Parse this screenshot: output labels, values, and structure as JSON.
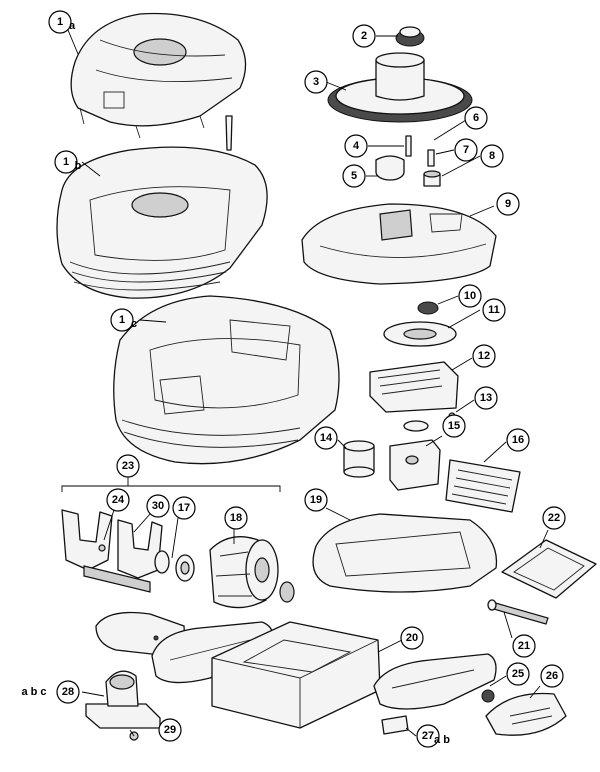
{
  "callouts": [
    {
      "number": "1",
      "suffix": "a"
    },
    {
      "number": "1",
      "suffix": "b"
    },
    {
      "number": "1",
      "suffix": "c"
    },
    {
      "number": "2"
    },
    {
      "number": "3"
    },
    {
      "number": "4"
    },
    {
      "number": "5"
    },
    {
      "number": "6"
    },
    {
      "number": "7"
    },
    {
      "number": "8"
    },
    {
      "number": "9"
    },
    {
      "number": "10"
    },
    {
      "number": "11"
    },
    {
      "number": "12"
    },
    {
      "number": "13"
    },
    {
      "number": "14"
    },
    {
      "number": "15"
    },
    {
      "number": "16"
    },
    {
      "number": "17"
    },
    {
      "number": "18"
    },
    {
      "number": "19"
    },
    {
      "number": "20"
    },
    {
      "number": "21"
    },
    {
      "number": "22"
    },
    {
      "number": "23"
    },
    {
      "number": "24"
    },
    {
      "number": "25"
    },
    {
      "number": "26"
    },
    {
      "number": "27",
      "suffix": "a b"
    },
    {
      "number": "28",
      "suffix": "a b c"
    },
    {
      "number": "29"
    },
    {
      "number": "30"
    }
  ]
}
